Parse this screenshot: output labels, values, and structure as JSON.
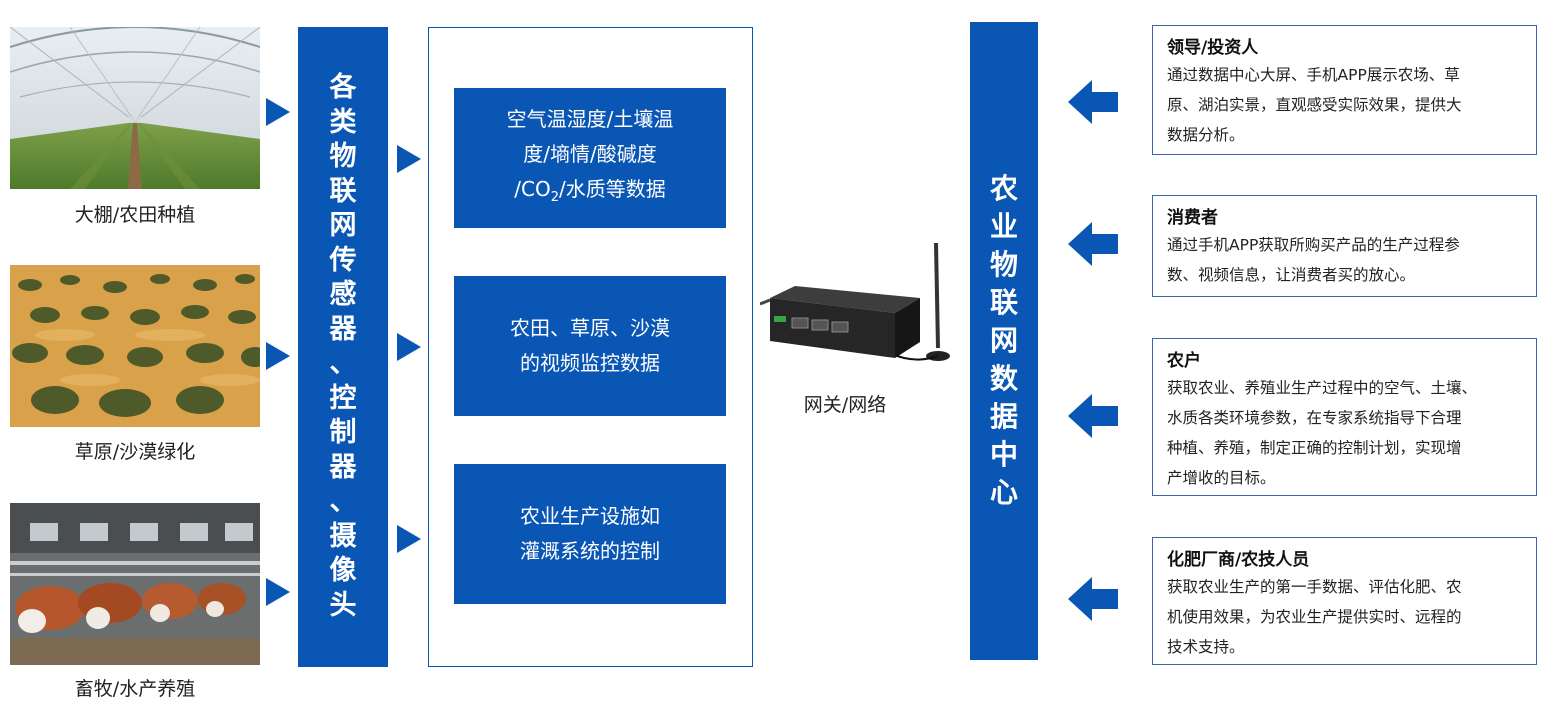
{
  "sources": [
    {
      "caption": "大棚/农田种植",
      "image": "greenhouse"
    },
    {
      "caption": "草原/沙漠绿化",
      "image": "desert"
    },
    {
      "caption": "畜牧/水产养殖",
      "image": "cattle"
    }
  ],
  "sensor_bar": {
    "chars": [
      "各",
      "类",
      "物",
      "联",
      "网",
      "传",
      "感",
      "器",
      "、",
      "控",
      "制",
      "器",
      "、",
      "摄",
      "像",
      "头"
    ]
  },
  "data_boxes": [
    {
      "line1": "空气温湿度/土壤温",
      "line2": "度/墒情/酸碱度",
      "line3_pre": "/CO",
      "line3_sub": "2",
      "line3_post": "/水质等数据"
    },
    {
      "line1": "农田、草原、沙漠",
      "line2": "的视频监控数据"
    },
    {
      "line1": "农业生产设施如",
      "line2": "灌溉系统的控制"
    }
  ],
  "gateway": {
    "caption": "网关/网络"
  },
  "center_bar": {
    "chars": [
      "农",
      "业",
      "物",
      "联",
      "网",
      "数",
      "据",
      "中",
      "心"
    ]
  },
  "consumers": [
    {
      "title": "领导/投资人",
      "lines": [
        "通过数据中心大屏、手机APP展示农场、草",
        "原、湖泊实景，直观感受实际效果，提供大",
        "数据分析。"
      ]
    },
    {
      "title": "消费者",
      "lines": [
        "通过手机APP获取所购买产品的生产过程参",
        "数、视频信息，让消费者买的放心。"
      ]
    },
    {
      "title": "农户",
      "lines": [
        "获取农业、养殖业生产过程中的空气、土壤、",
        "水质各类环境参数，在专家系统指导下合理",
        "种植、养殖，制定正确的控制计划，实现增",
        "产增收的目标。"
      ]
    },
    {
      "title": "化肥厂商/农技人员",
      "lines": [
        "获取农业生产的第一手数据、评估化肥、农",
        "机使用效果，为农业生产提供实时、远程的",
        "技术支持。"
      ]
    }
  ],
  "colors": {
    "primary_blue": "#0a56b5",
    "card_border": "#3a66b0"
  }
}
